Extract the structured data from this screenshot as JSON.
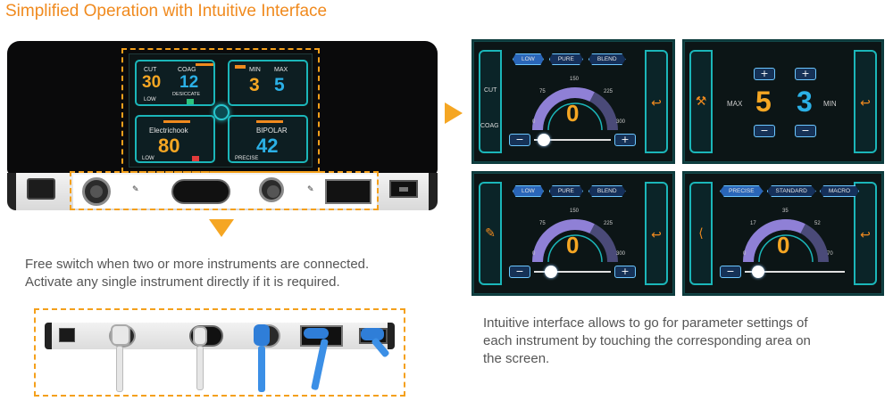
{
  "headline": "Simplified Operation with Intuitive Interface",
  "device_screen": {
    "cut_label": "CUT",
    "cut_value": "30",
    "cut_mode": "LOW",
    "coag_label": "COAG",
    "coag_value": "12",
    "coag_mode": "DESICCATE",
    "min_label": "MIN",
    "min_value": "3",
    "max_label": "MAX",
    "max_value": "5",
    "electrichook_label": "Electrichook",
    "electrichook_value": "80",
    "electrichook_mode": "LOW",
    "bipolar_label": "BIPOLAR",
    "bipolar_value": "42",
    "bipolar_mode": "PRECISE"
  },
  "captions": {
    "left_line1": "Free switch when two or more instruments are connected.",
    "left_line2": "Activate any single instrument directly if it is required.",
    "right_line1": "Intuitive interface allows to go for parameter settings of",
    "right_line2": "each instrument by touching the corresponding area on",
    "right_line3": "the screen."
  },
  "screen1": {
    "modes": [
      "LOW",
      "PURE",
      "BLEND"
    ],
    "side_top": "CUT",
    "side_bottom": "COAG",
    "ticks": [
      "0",
      "75",
      "150",
      "225",
      "300"
    ],
    "value": "0",
    "gauge_fraction": 0.35,
    "minus": "−",
    "plus": "+"
  },
  "screen2": {
    "max_label": "MAX",
    "max_value": "5",
    "min_label": "MIN",
    "min_value": "3",
    "plus": "+",
    "minus": "−"
  },
  "screen3": {
    "modes": [
      "LOW",
      "PURE",
      "BLEND"
    ],
    "ticks": [
      "0",
      "75",
      "150",
      "225",
      "300"
    ],
    "value": "0",
    "gauge_fraction": 0.35,
    "minus": "−",
    "plus": "+"
  },
  "screen4": {
    "modes": [
      "PRECISE",
      "STANDARD",
      "MACRO"
    ],
    "ticks": [
      "0",
      "17",
      "35",
      "52",
      "70"
    ],
    "value": "0",
    "gauge_fraction": 0.35,
    "minus": "−",
    "plus": "+"
  },
  "colors": {
    "accent_orange": "#f5a623",
    "teal": "#1bb6b9",
    "digit_blue": "#2bb0e6",
    "gauge_purple": "#8f80d6"
  },
  "icons": {
    "back": "back-arrow-icon",
    "handpiece": "handpiece-icon",
    "forceps": "forceps-icon"
  }
}
